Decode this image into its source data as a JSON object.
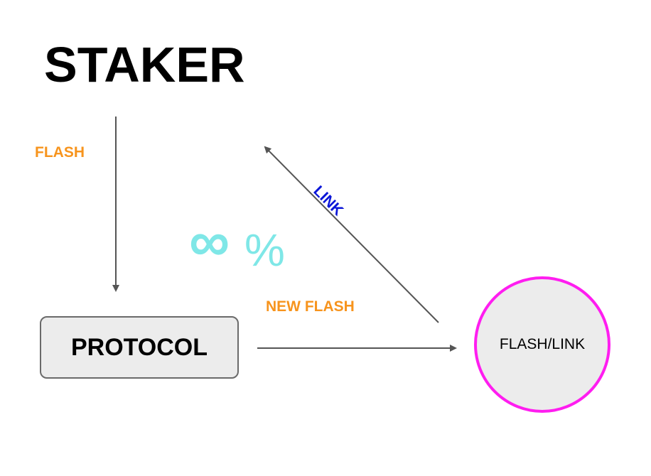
{
  "title": "STAKER",
  "protocol_label": "PROTOCOL",
  "node_label": "FLASH/LINK",
  "edges": {
    "flash": "FLASH",
    "new_flash": "NEW FLASH",
    "link": "LINK"
  },
  "rate": {
    "symbol": "∞",
    "unit": "%"
  },
  "colors": {
    "orange": "#f7941d",
    "blue": "#0b16d8",
    "cyan": "#7fe7e7",
    "magenta": "#ff1df0",
    "arrow": "#555555"
  }
}
